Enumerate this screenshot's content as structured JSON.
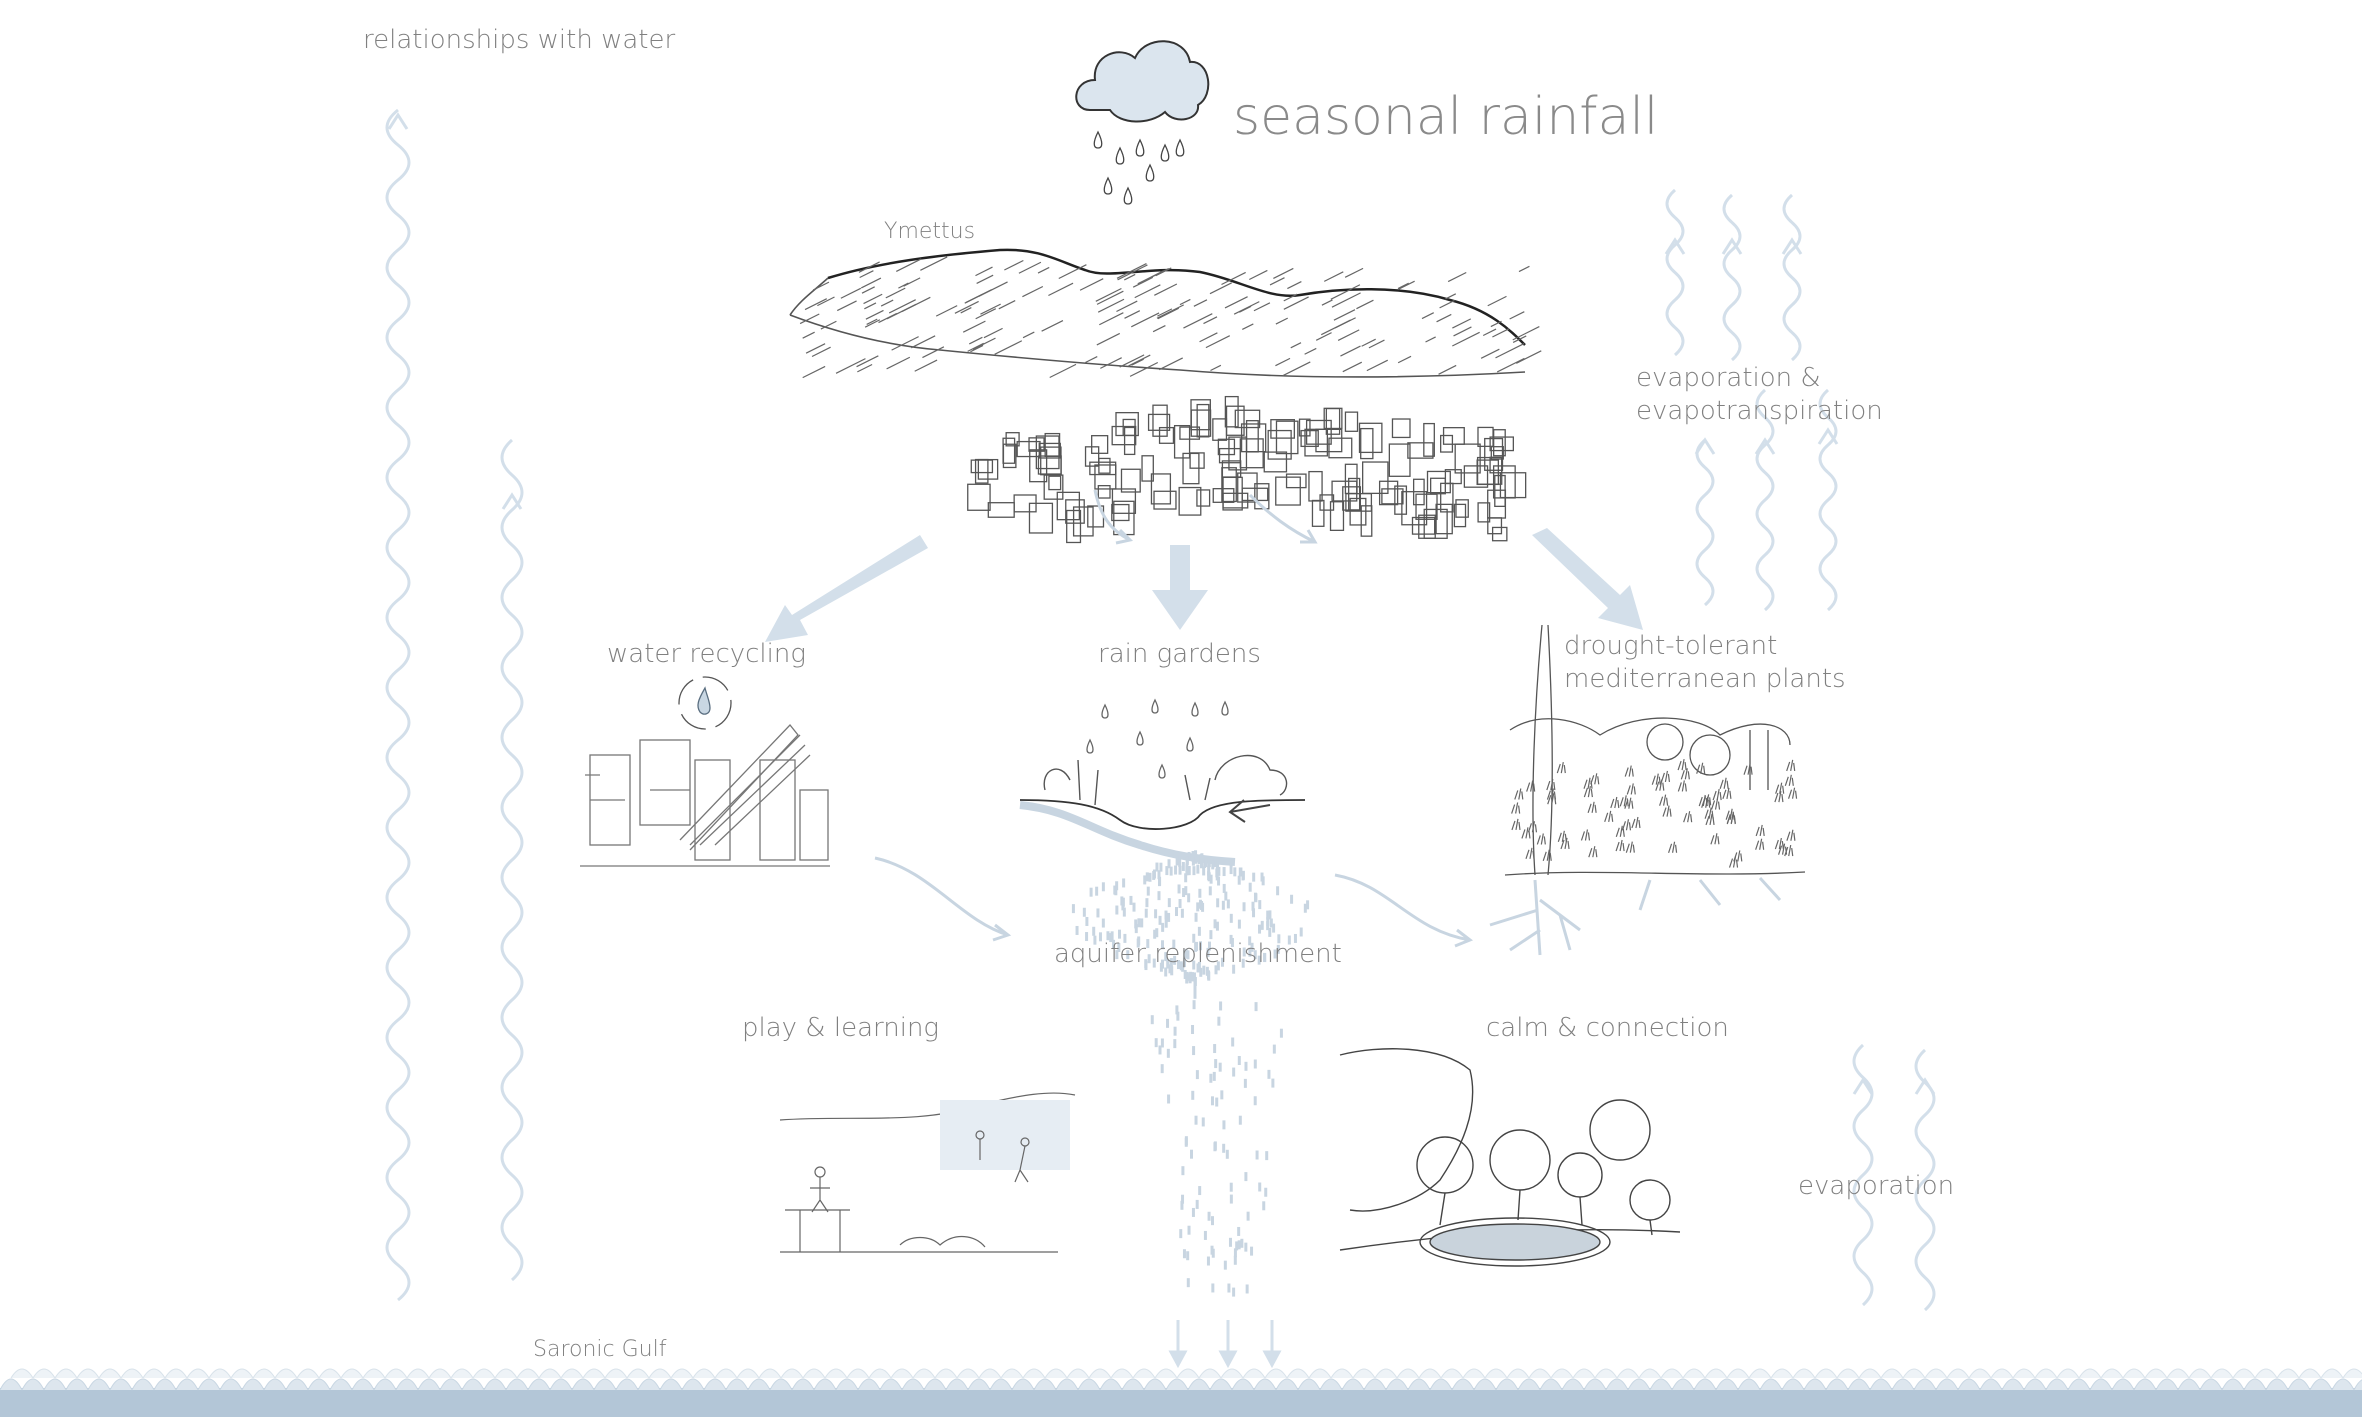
{
  "header": {
    "corner_label": "relationships with water",
    "title": "seasonal rainfall"
  },
  "labels": {
    "mountain": "Ymettus",
    "evaporation_top_line1": "evaporation &",
    "evaporation_top_line2": "evapotranspiration",
    "water_recycling": "water recycling",
    "rain_gardens": "rain gardens",
    "plants_line1": "drought-tolerant",
    "plants_line2": "mediterranean plants",
    "aquifer": "aquifer replenishment",
    "play": "play & learning",
    "calm": "calm & connection",
    "evaporation_bottom": "evaporation",
    "sea": "Saronic Gulf"
  },
  "colors": {
    "text": "#808080",
    "flow_arrow": "#d3dfea",
    "cloud_fill": "#dbe5ee",
    "sea": "#b3c6d7",
    "sketch": "#555555"
  }
}
